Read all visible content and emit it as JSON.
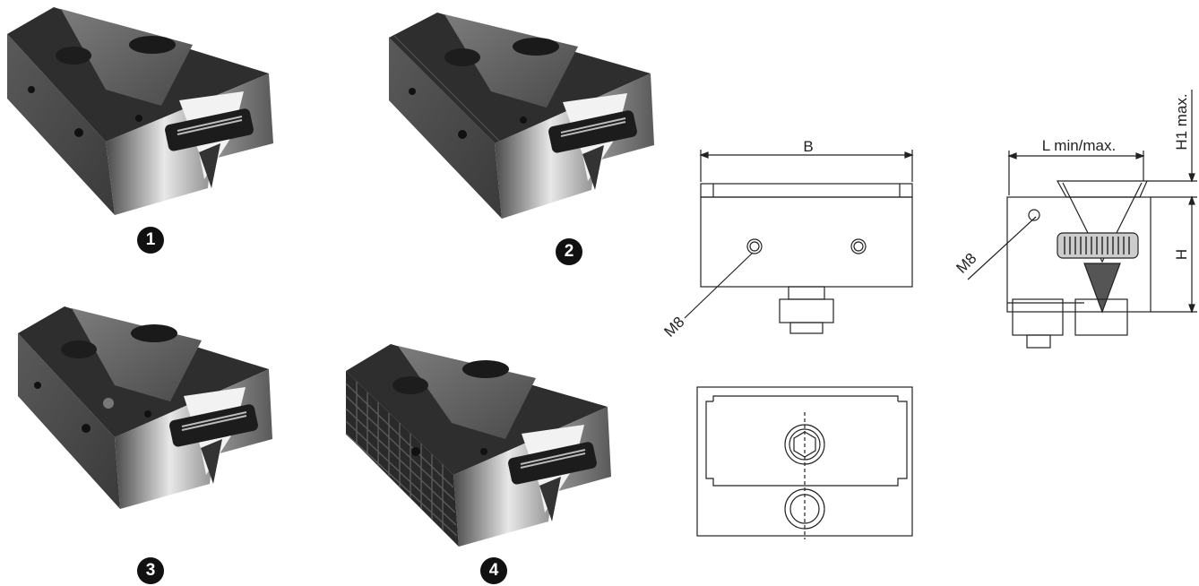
{
  "products": [
    {
      "badge": "1"
    },
    {
      "badge": "2"
    },
    {
      "badge": "3"
    },
    {
      "badge": "4"
    }
  ],
  "drawing": {
    "front": {
      "width_label": "B",
      "thread_label": "M8"
    },
    "side": {
      "length_label": "L min/max.",
      "height_label": "H",
      "height1_label": "H1 max.",
      "thread_label": "M8"
    }
  },
  "colors": {
    "steel_dark": "#2b2b2b",
    "steel_mid": "#6f6f6f",
    "steel_light": "#d9d9d9",
    "line": "#222222"
  }
}
